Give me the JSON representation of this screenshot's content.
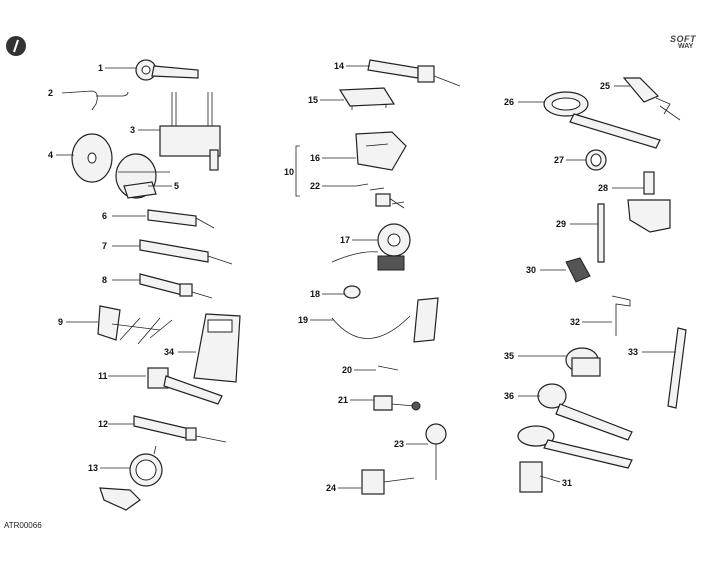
{
  "page": {
    "figure_code": "ATR00066",
    "logo_line1": "SOFT",
    "logo_line2": "WAY",
    "badge_icon": "round-badge-icon"
  },
  "callouts": [
    {
      "id": "c1",
      "label": "1"
    },
    {
      "id": "c2",
      "label": "2"
    },
    {
      "id": "c3",
      "label": "3"
    },
    {
      "id": "c4",
      "label": "4"
    },
    {
      "id": "c5",
      "label": "5"
    },
    {
      "id": "c6",
      "label": "6"
    },
    {
      "id": "c7",
      "label": "7"
    },
    {
      "id": "c8",
      "label": "8"
    },
    {
      "id": "c9",
      "label": "9"
    },
    {
      "id": "c34",
      "label": "34"
    },
    {
      "id": "c11",
      "label": "11"
    },
    {
      "id": "c12",
      "label": "12"
    },
    {
      "id": "c13",
      "label": "13"
    },
    {
      "id": "c14",
      "label": "14"
    },
    {
      "id": "c15",
      "label": "15"
    },
    {
      "id": "c16",
      "label": "16"
    },
    {
      "id": "c10",
      "label": "10"
    },
    {
      "id": "c22",
      "label": "22"
    },
    {
      "id": "c17",
      "label": "17"
    },
    {
      "id": "c18",
      "label": "18"
    },
    {
      "id": "c19",
      "label": "19"
    },
    {
      "id": "c20",
      "label": "20"
    },
    {
      "id": "c21",
      "label": "21"
    },
    {
      "id": "c23",
      "label": "23"
    },
    {
      "id": "c24",
      "label": "24"
    },
    {
      "id": "c25",
      "label": "25"
    },
    {
      "id": "c26",
      "label": "26"
    },
    {
      "id": "c27",
      "label": "27"
    },
    {
      "id": "c28",
      "label": "28"
    },
    {
      "id": "c29",
      "label": "29"
    },
    {
      "id": "c30",
      "label": "30"
    },
    {
      "id": "c32",
      "label": "32"
    },
    {
      "id": "c35",
      "label": "35"
    },
    {
      "id": "c33",
      "label": "33"
    },
    {
      "id": "c36",
      "label": "36"
    },
    {
      "id": "c31",
      "label": "31"
    }
  ]
}
